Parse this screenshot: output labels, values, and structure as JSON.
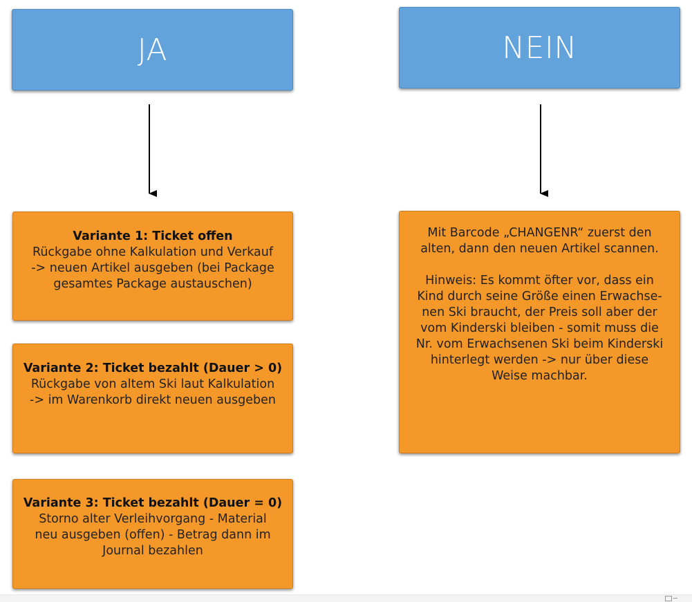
{
  "ja": {
    "label": "JA"
  },
  "nein": {
    "label": "NEIN"
  },
  "variante1": {
    "title": "Variante 1: Ticket offen",
    "text": "Rückgabe ohne Kalkulation und Verkauf\n-> neuen Artikel ausgeben (bei Package\ngesamtes Package austauschen)"
  },
  "variante2": {
    "title": "Variante 2: Ticket bezahlt (Dauer > 0)",
    "text": "Rückgabe von altem Ski laut Kalkulation\n-> im Warenkorb direkt neuen ausgeben"
  },
  "variante3": {
    "title": "Variante 3: Ticket bezahlt (Dauer = 0)",
    "text": "Storno alter Verleihvorgang - Material\nneu ausgeben (offen) - Betrag dann im\nJournal bezahlen"
  },
  "nein_box": {
    "text": "Mit Barcode „CHANGENR“ zuerst den\nalten, dann den neuen Artikel scannen.\n\nHinweis: Es kommt öfter vor, dass ein\nKind durch seine Größe einen Erwachse-\nnen Ski braucht, der Preis soll aber der\nvom Kinderski bleiben - somit muss die\nNr. vom Erwachsenen Ski beim Kinderski\nhinterlegt werden -> nur über diese\nWeise machbar."
  },
  "colors": {
    "header_fill": "#62a3dc",
    "box_fill": "#f5982a",
    "arrow": "#000000"
  }
}
